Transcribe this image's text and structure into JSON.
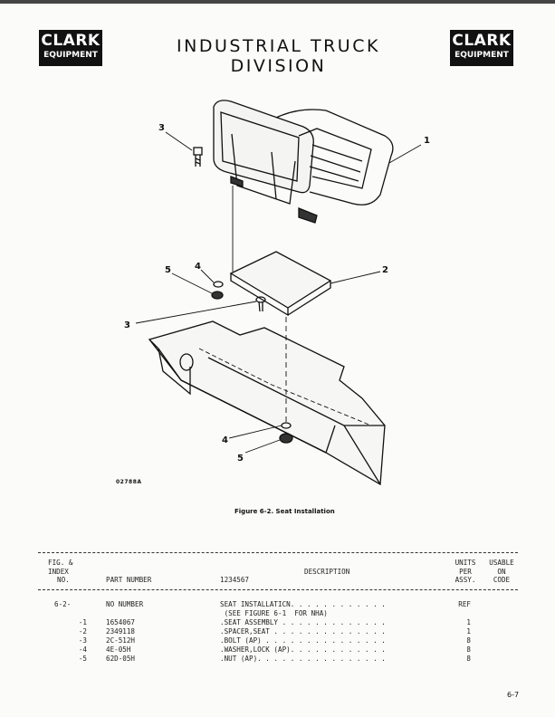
{
  "header": {
    "logo_left": {
      "line1": "CLARK",
      "line2": "EQUIPMENT"
    },
    "title": "INDUSTRIAL TRUCK DIVISION",
    "logo_right": {
      "line1": "CLARK",
      "line2": "EQUIPMENT"
    }
  },
  "figure": {
    "callouts": [
      "1",
      "2",
      "3",
      "3",
      "4",
      "5",
      "4",
      "5"
    ],
    "id": "02788A",
    "caption": "Figure 6-2.  Seat Installation"
  },
  "table": {
    "headers": {
      "index": [
        "FIG. &",
        "INDEX",
        "NO."
      ],
      "part_number": "PART NUMBER",
      "description_num": "1234567",
      "description": "DESCRIPTION",
      "units": [
        "UNITS",
        "PER",
        "ASSY."
      ],
      "usable": [
        "USABLE",
        "ON",
        "CODE"
      ]
    },
    "rows": [
      {
        "index": "6-2-",
        "part": "NO NUMBER",
        "desc": "SEAT INSTALLATICN. . . . . . . . . . . .",
        "units": "REF"
      },
      {
        "index": "",
        "part": "",
        "desc": " (SEE FIGURE 6-1  FOR NHA)",
        "units": ""
      },
      {
        "index": "-1",
        "part": "1654067",
        "desc": ".SEAT ASSEMBLY . . . . . . . . . . . . .",
        "units": "1"
      },
      {
        "index": "-2",
        "part": "2349118",
        "desc": ".SPACER,SEAT . . . . . . . . . . . . . .",
        "units": "1"
      },
      {
        "index": "-3",
        "part": "2C-512H",
        "desc": ".BOLT (AP) . . . . . . . . . . . . . . .",
        "units": "8"
      },
      {
        "index": "-4",
        "part": "4E-05H",
        "desc": ".WASHER,LOCK (AP). . . . . . . . . . . .",
        "units": "8"
      },
      {
        "index": "-5",
        "part": "62D-05H",
        "desc": ".NUT (AP). . . . . . . . . . . . . . . .",
        "units": "8"
      }
    ]
  },
  "page_number": "6-7"
}
